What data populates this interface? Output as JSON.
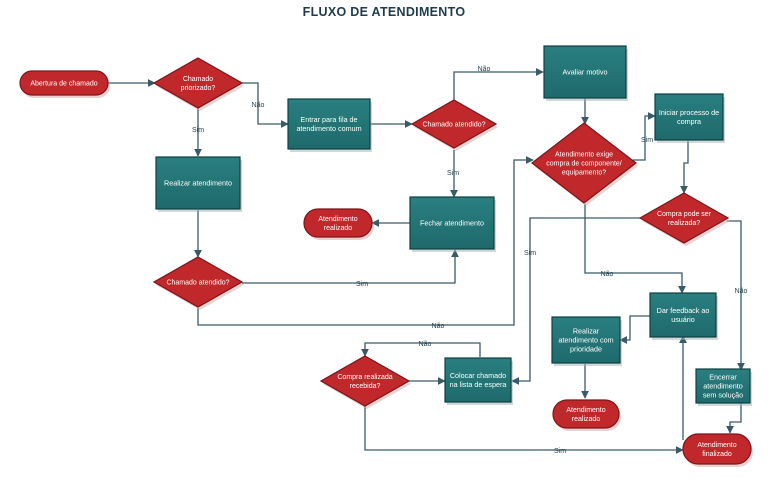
{
  "title": "FLUXO DE ATENDIMENTO",
  "colors": {
    "process_fill": "#1e6a6c",
    "process_stroke": "#0e3f41",
    "decision_fill": "#c0282b",
    "decision_stroke": "#7e1518",
    "terminal_fill": "#c0282b",
    "line": "#3a5a66",
    "label": "#1d3d47"
  },
  "nodes": {
    "abertura": "Abertura de chamado",
    "chamado_priorizado": "Chamado\npriorizado?",
    "entrar_fila": "Entrar para fila de\natendimento comum",
    "chamado_atendido_1": "Chamado atendido?",
    "avaliar_motivo": "Avaliar motivo",
    "iniciar_compra": "Iniciar processo de\ncompra",
    "exige_compra": "Atendimento exige\ncompra de componente/\nequipamento?",
    "compra_realizada_q": "Compra pode ser\nrealizada?",
    "realizar_atendimento": "Realizar atendimento",
    "atendimento_realizado_1": "Atendimento\nrealizado",
    "fechar_atendimento": "Fechar atendimento",
    "chamado_atendido_2": "Chamado atendido?",
    "dar_feedback": "Dar feedback ao\nusuário",
    "realizar_prioridade": "Realizar\natendimento com\nprioridade",
    "atendimento_realizado_2": "Atendimento\nrealizado",
    "compra_recebida": "Compra realizada\nrecebida?",
    "colocar_espera": "Colocar chamado\nna lista de espera",
    "encerrar": "Encerrar\natendimento\nsem solução",
    "finalizado": "Atendimento\nfinalizado"
  },
  "edge_labels": {
    "nao": "Não",
    "sim": "Sim"
  }
}
